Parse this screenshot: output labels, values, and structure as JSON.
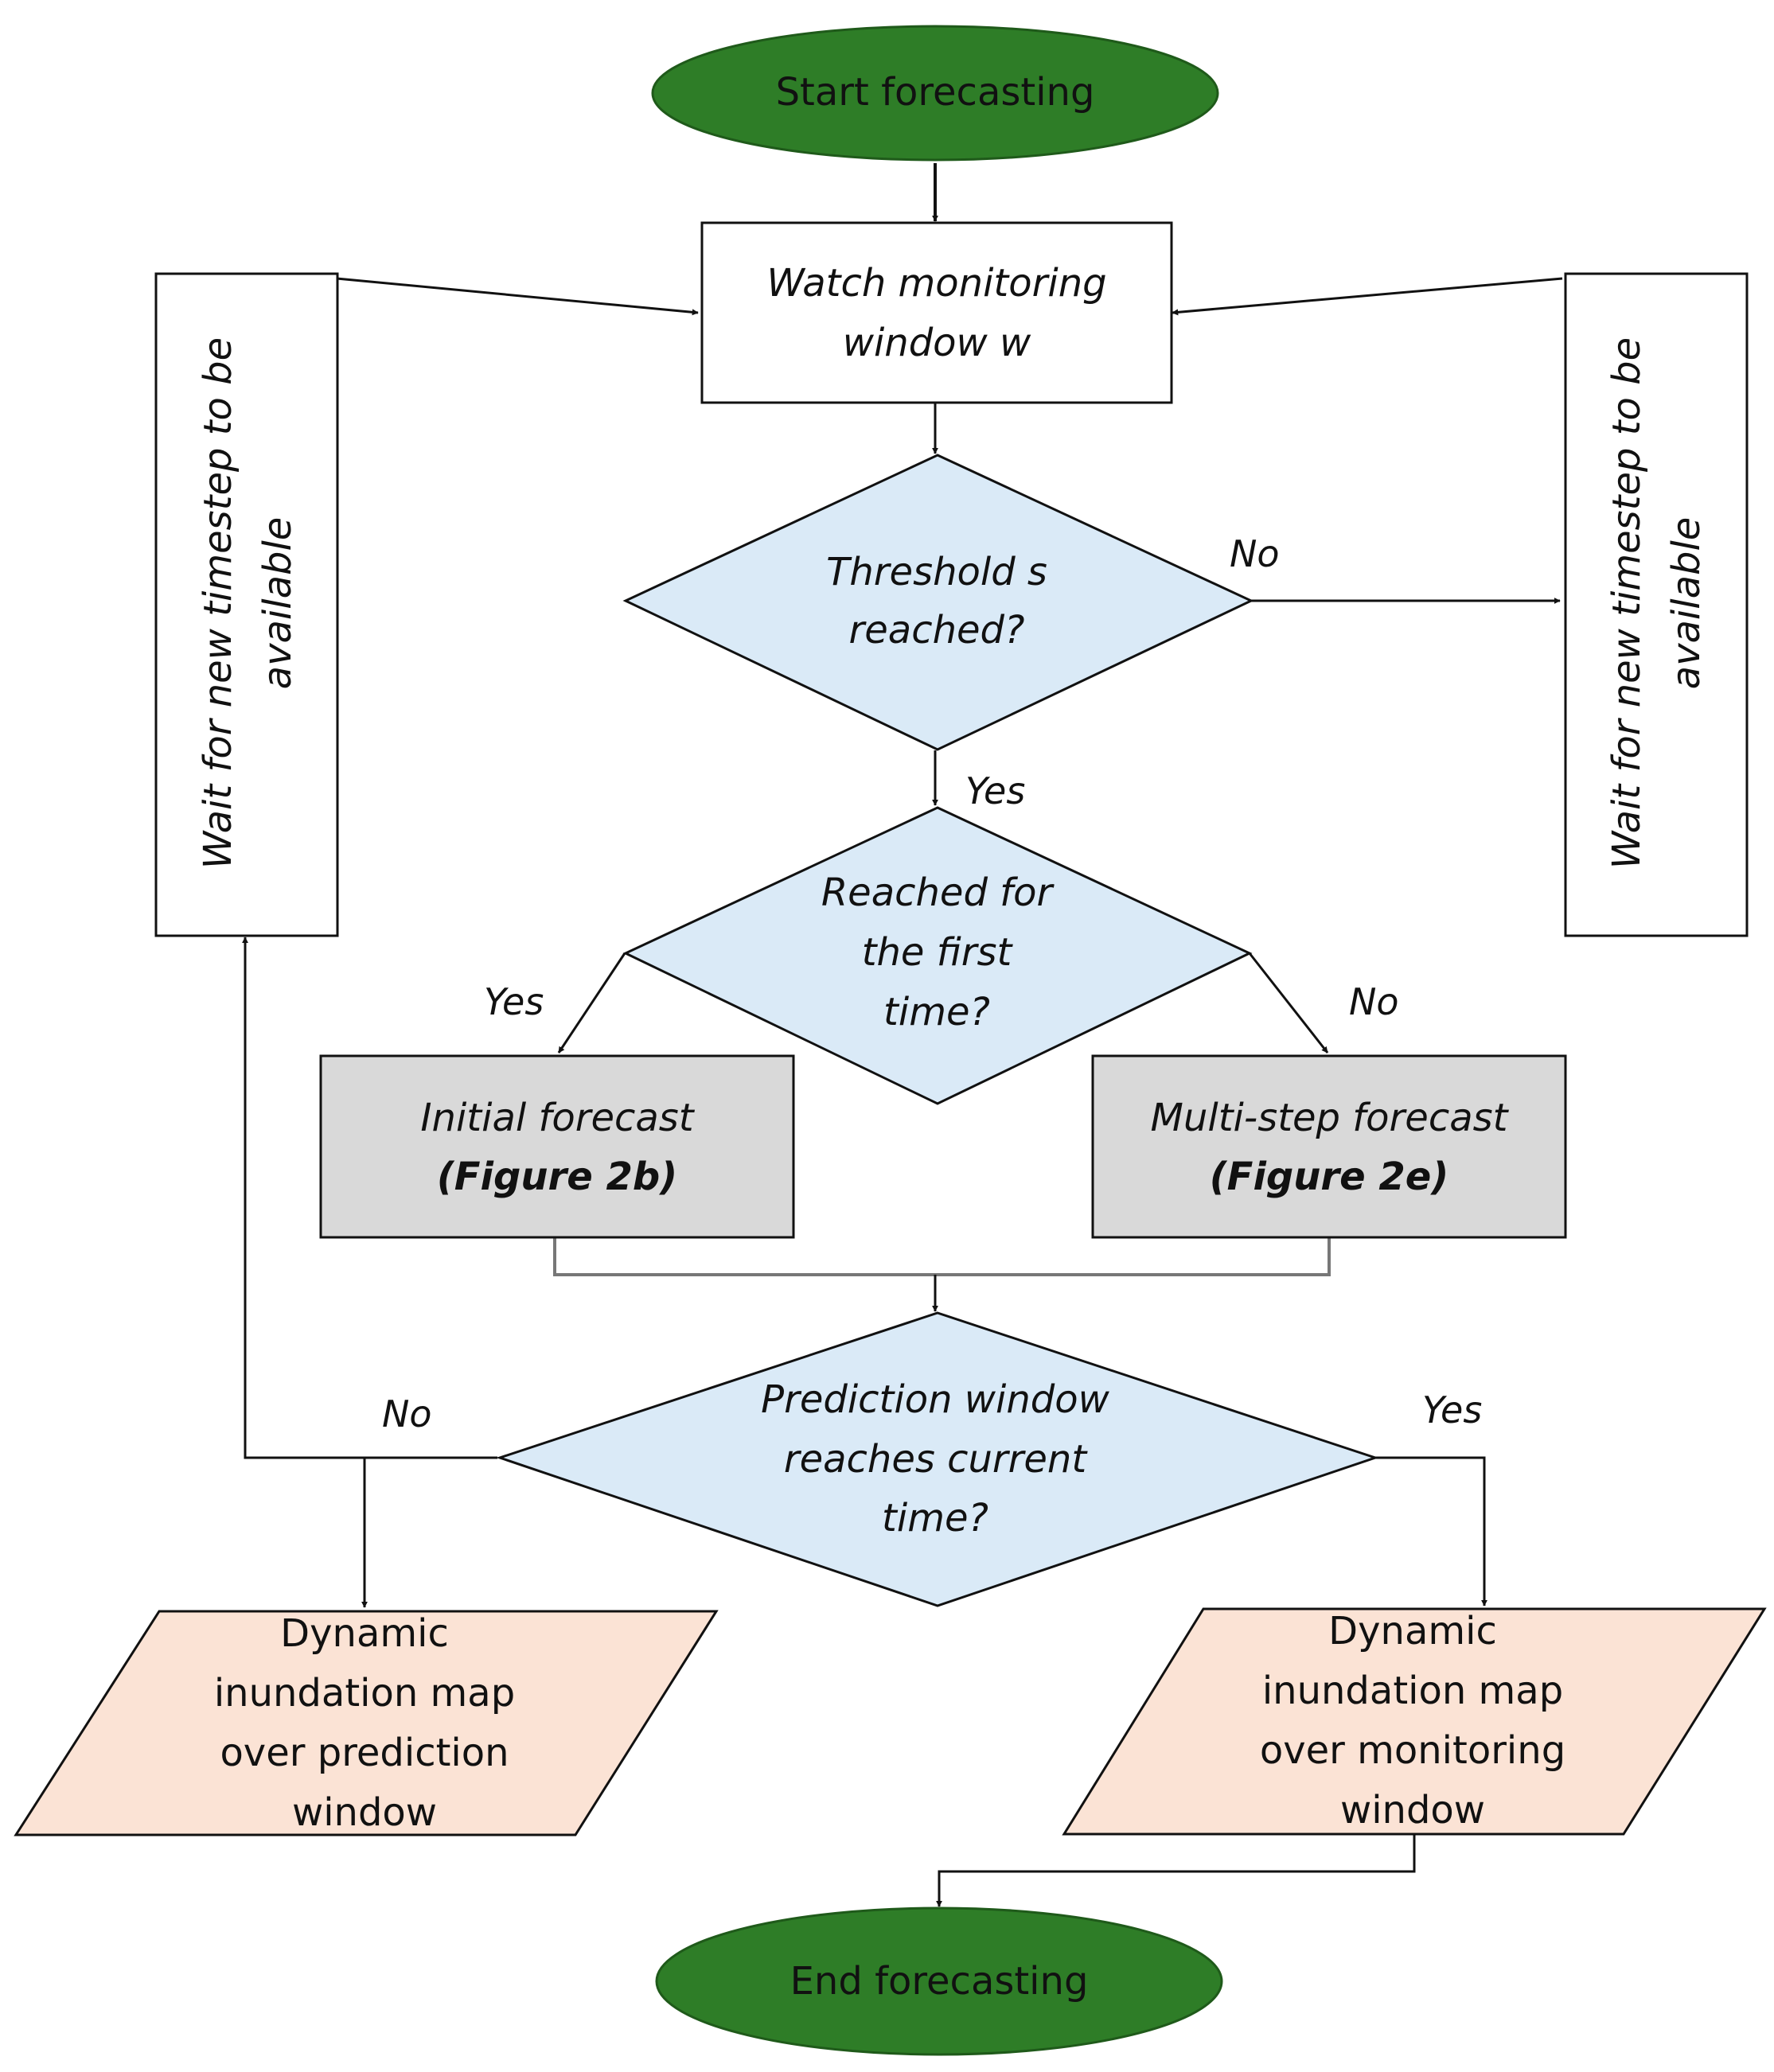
{
  "nodes": {
    "start": {
      "label": "Start forecasting",
      "fill": "#2e7d27",
      "text_color": "#ffffff"
    },
    "watch": {
      "lines": [
        "Watch monitoring",
        "window w"
      ]
    },
    "wait_left": {
      "lines": [
        "Wait for new timestep to be",
        "available"
      ]
    },
    "wait_right": {
      "lines": [
        "Wait for new timestep to be",
        "available"
      ]
    },
    "threshold": {
      "lines": [
        "Threshold s",
        "reached?"
      ],
      "fill": "#daeaf7"
    },
    "first_time": {
      "lines": [
        "Reached for",
        "the first",
        "time?"
      ],
      "fill": "#daeaf7"
    },
    "initial": {
      "line1": "Initial forecast",
      "line2": "(Figure 2b)",
      "fill": "#d9d9d9"
    },
    "multistep": {
      "line1": "Multi-step forecast",
      "line2": "(Figure 2e)",
      "fill": "#d9d9d9"
    },
    "prediction": {
      "lines": [
        "Prediction window",
        "reaches current",
        "time?"
      ],
      "fill": "#daeaf7"
    },
    "map_prediction": {
      "lines": [
        "Dynamic",
        "inundation map",
        "over prediction",
        "window"
      ],
      "fill": "#fbe3d5"
    },
    "map_monitoring": {
      "lines": [
        "Dynamic",
        "inundation map",
        "over monitoring",
        "window"
      ],
      "fill": "#fbe3d5"
    },
    "end": {
      "label": "End forecasting",
      "fill": "#2e7d27",
      "text_color": "#ffffff"
    }
  },
  "edge_labels": {
    "threshold_no": "No",
    "threshold_yes": "Yes",
    "first_yes": "Yes",
    "first_no": "No",
    "prediction_no": "No",
    "prediction_yes": "Yes"
  }
}
